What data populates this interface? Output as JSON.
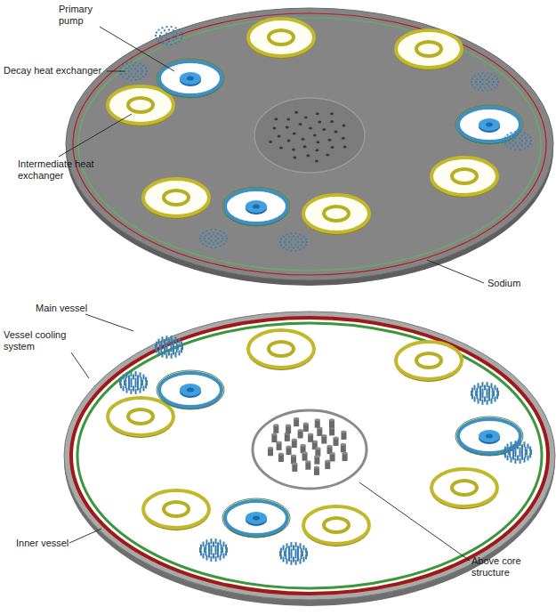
{
  "diagram": {
    "labels": [
      "Primary pump",
      "Decay heat exchanger",
      "Intermediate heat exchanger",
      "Sodium",
      "Main vessel",
      "Vessel cooling system",
      "Inner vessel",
      "Above core structure"
    ]
  }
}
